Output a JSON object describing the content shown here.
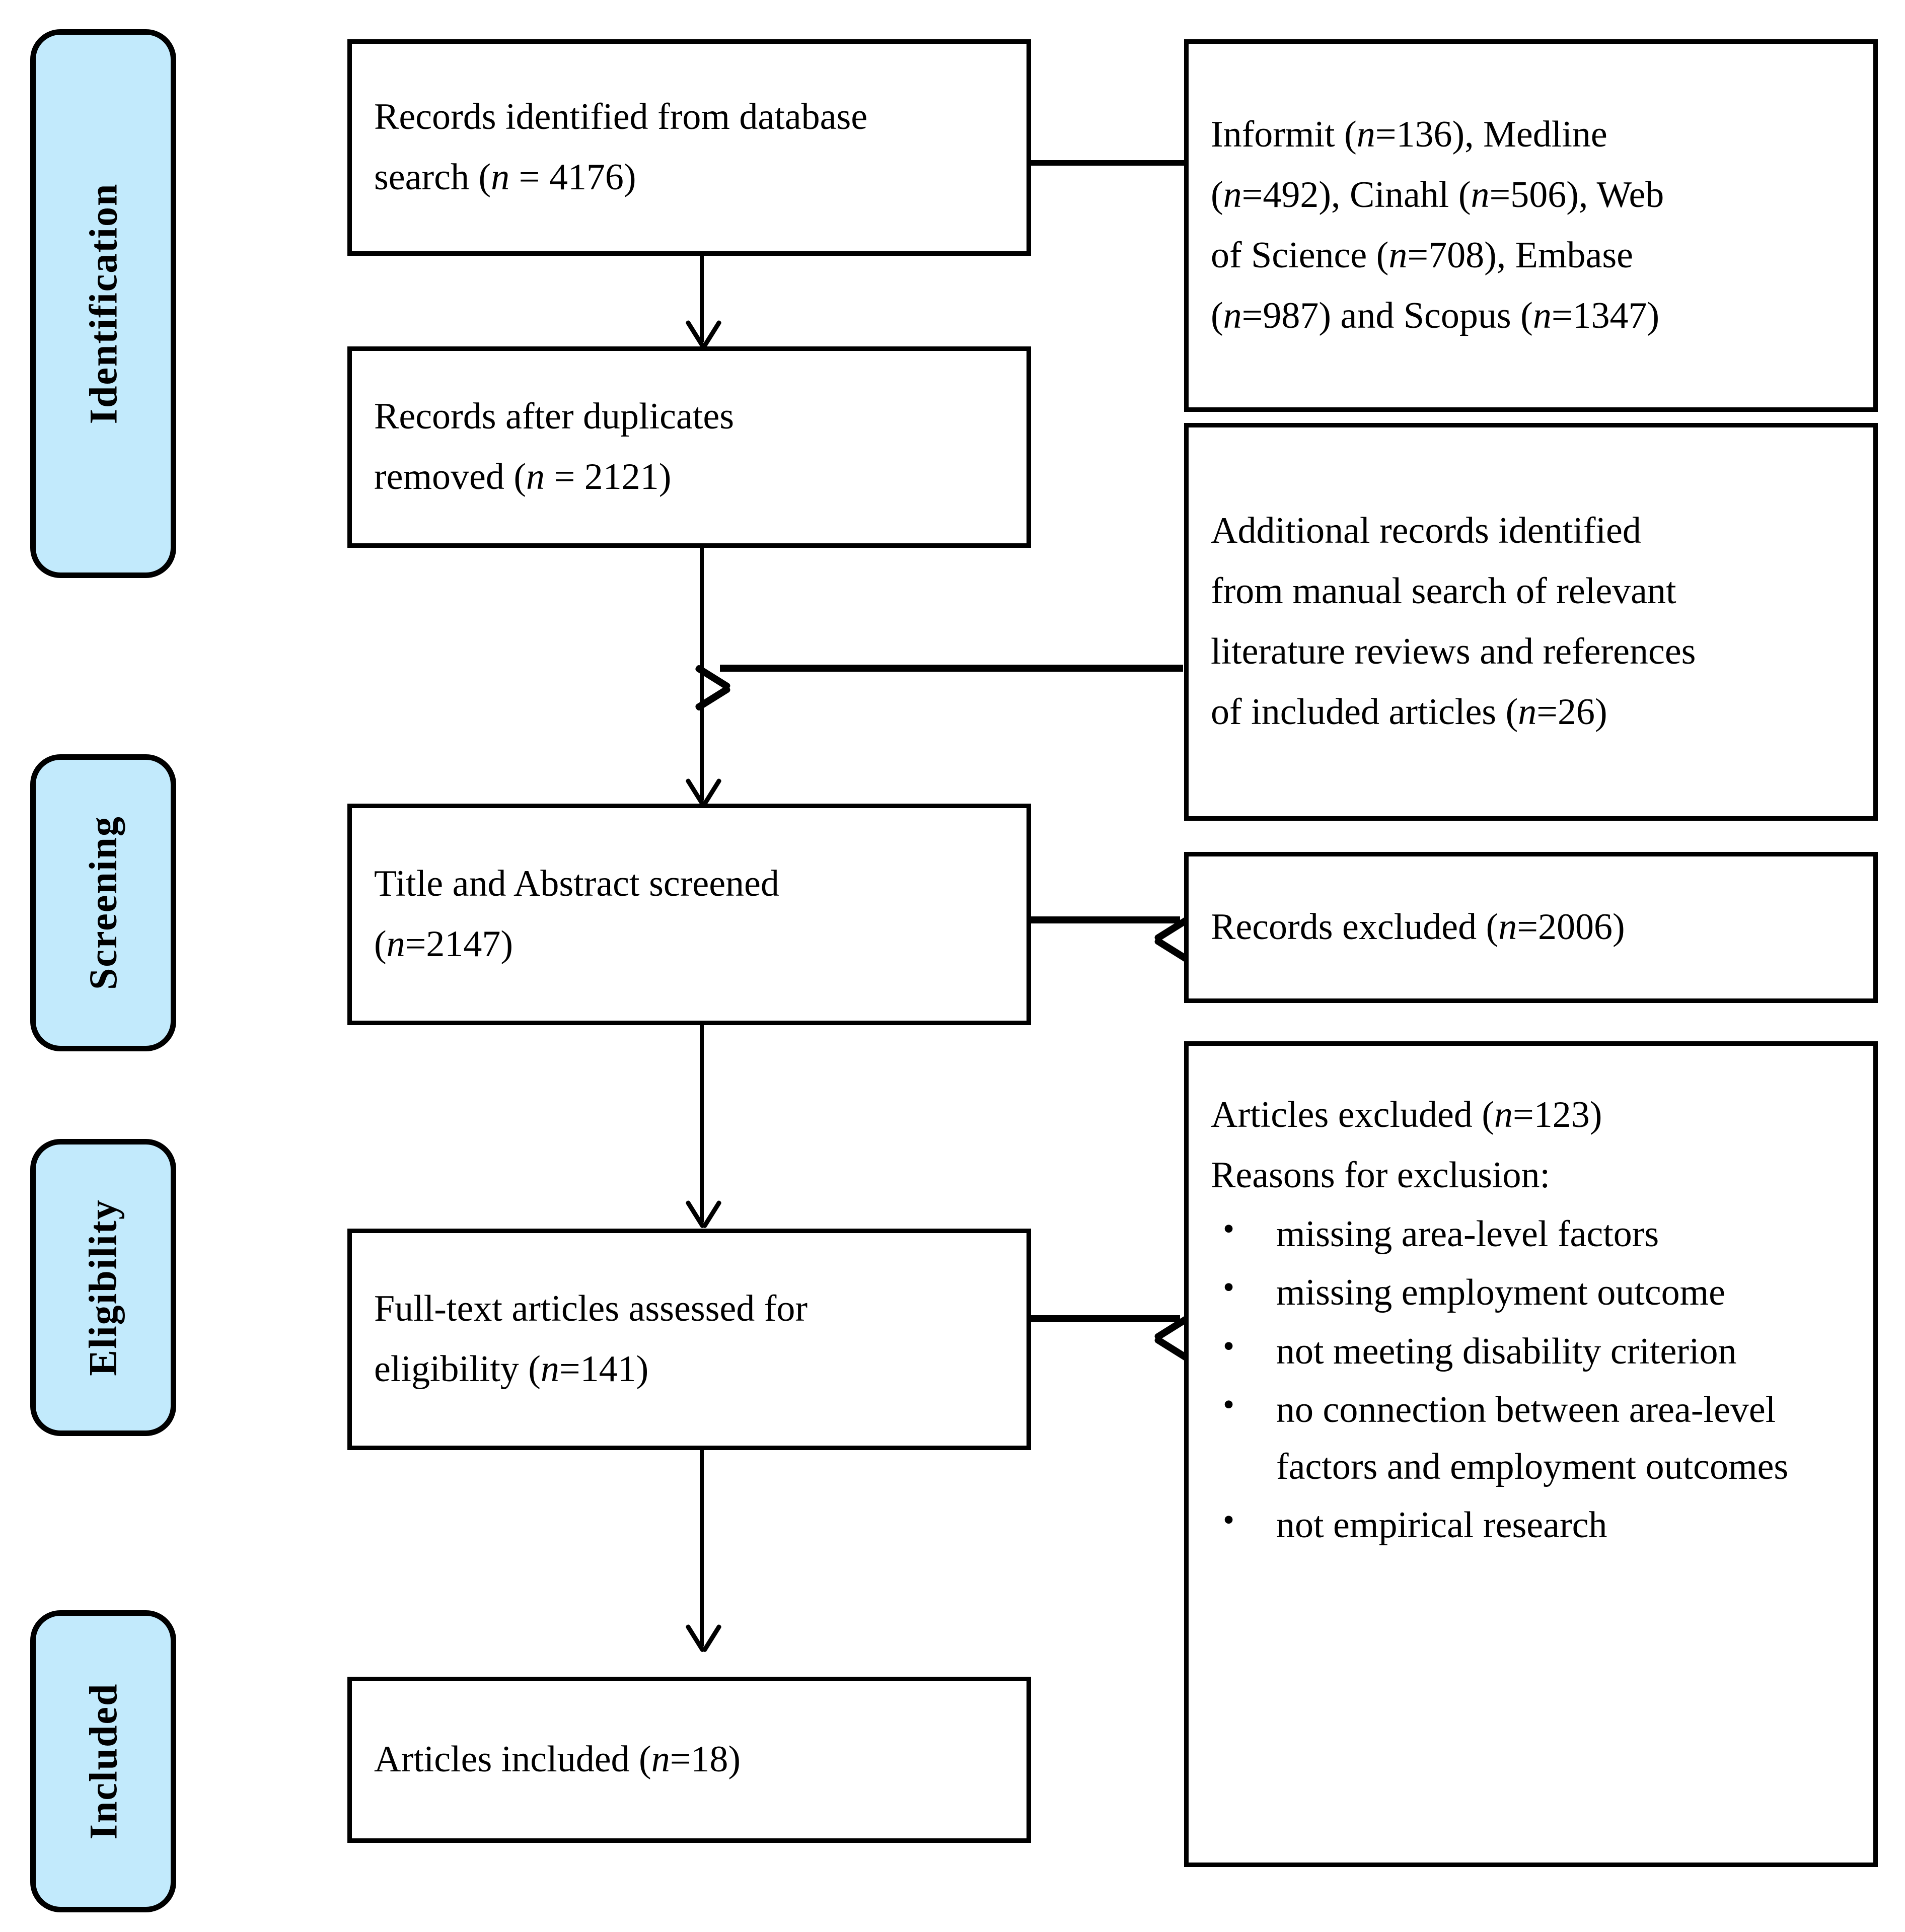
{
  "diagram": {
    "type": "prisma-flow-diagram",
    "accent_color": "#c2eafc",
    "line_color": "#000000"
  },
  "stages": [
    {
      "key": "identification",
      "label": "Identification"
    },
    {
      "key": "screening",
      "label": "Screening"
    },
    {
      "key": "eligibility",
      "label": "Eligibility"
    },
    {
      "key": "included",
      "label": "Included"
    }
  ],
  "boxes": {
    "records_identified": {
      "line1": "Records identified from database",
      "line2_prefix": "search (",
      "line2_italic": "n",
      "line2_suffix": " = 4176)"
    },
    "database_breakdown": {
      "line1_a": "Informit   (",
      "line1_n1": "n",
      "line1_b": "=136),   Medline",
      "line2_a": "(",
      "line2_n1": "n",
      "line2_b": "=492), Cinahl (",
      "line2_n2": "n",
      "line2_c": "=506), Web",
      "line3_a": "of  Science  (",
      "line3_n1": "n",
      "line3_b": "=708),  Embase",
      "line4_a": "(",
      "line4_n1": "n",
      "line4_b": "=987) and Scopus (",
      "line4_n2": "n",
      "line4_c": "=1347)"
    },
    "records_after_duplicates": {
      "line1": "Records after duplicates",
      "line2_prefix": "removed (",
      "line2_italic": "n",
      "line2_suffix": " = 2121)"
    },
    "additional_records": {
      "line1": "Additional   records   identified",
      "line2": "from  manual  search  of  relevant",
      "line3": "literature reviews and references",
      "line4_prefix": "of included articles (",
      "line4_italic": "n",
      "line4_suffix": "=26)"
    },
    "title_abstract_screened": {
      "line1": "Title and Abstract screened",
      "line2_prefix": "(",
      "line2_italic": "n",
      "line2_suffix": "=2147)"
    },
    "records_excluded": {
      "prefix": "Records excluded (",
      "italic": "n",
      "suffix": "=2006)"
    },
    "fulltext_assessed": {
      "line1": "Full-text articles assessed for",
      "line2_prefix": "eligibility (",
      "line2_italic": "n",
      "line2_suffix": "=141)"
    },
    "articles_excluded": {
      "heading_prefix": "Articles excluded (",
      "heading_italic": "n",
      "heading_suffix": "=123)",
      "subheading": "Reasons for exclusion:",
      "reasons": [
        "missing area-level factors",
        "missing employment outcome",
        "not meeting disability criterion",
        "no connection between area-level factors and employment outcomes",
        "not empirical research"
      ]
    },
    "articles_included": {
      "prefix": "Articles included (",
      "italic": "n",
      "suffix": "=18)"
    }
  },
  "counts": {
    "records_identified": 4176,
    "informit": 136,
    "medline": 492,
    "cinahl": 506,
    "web_of_science": 708,
    "embase": 987,
    "scopus": 1347,
    "records_after_duplicates": 2121,
    "additional_records": 26,
    "title_abstract_screened": 2147,
    "records_excluded": 2006,
    "fulltext_assessed": 141,
    "articles_excluded": 123,
    "articles_included": 18
  }
}
